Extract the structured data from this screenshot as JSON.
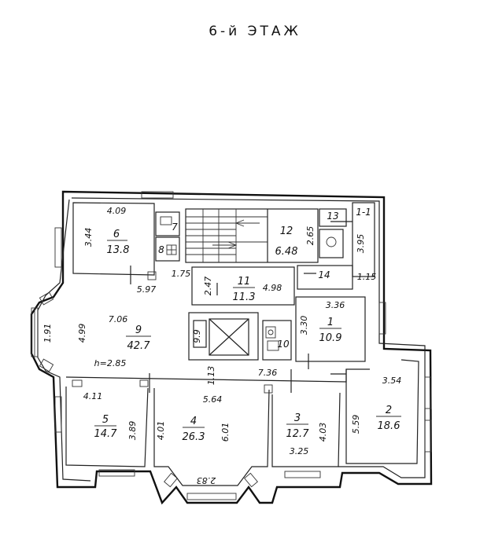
{
  "title": "6-й ЭТАЖ",
  "rooms": [
    {
      "id": "room-1",
      "number": "1",
      "area": "10.9"
    },
    {
      "id": "room-2",
      "number": "2",
      "area": "18.6"
    },
    {
      "id": "room-3",
      "number": "3",
      "area": "12.7"
    },
    {
      "id": "room-4",
      "number": "4",
      "area": "26.3"
    },
    {
      "id": "room-5",
      "number": "5",
      "area": "14.7"
    },
    {
      "id": "room-6",
      "number": "6",
      "area": "13.8"
    },
    {
      "id": "room-7",
      "number": "7"
    },
    {
      "id": "room-8",
      "number": "8"
    },
    {
      "id": "room-9",
      "number": "9",
      "area": "42.7"
    },
    {
      "id": "room-10",
      "number": "10"
    },
    {
      "id": "room-11",
      "number": "11",
      "area": "11.3"
    },
    {
      "id": "room-12",
      "number": "12",
      "area": "6.48"
    },
    {
      "id": "room-13",
      "number": "13"
    },
    {
      "id": "room-14",
      "number": "14"
    },
    {
      "id": "room-15",
      "number": "1-1"
    }
  ],
  "dimensions": [
    "4.09",
    "3.44",
    "1.75",
    "5.97",
    "7.06",
    "4.99",
    "1.91",
    "9.9",
    "2.47",
    "4.98",
    "2.65",
    "3.95",
    "1.15",
    "3.36",
    "3.30",
    "7.36",
    "4.11",
    "3.89",
    "4.01",
    "5.64",
    "1.13",
    "6.01",
    "2.83",
    "4.03",
    "3.25",
    "3.54",
    "5.59"
  ],
  "ceiling_height": "h=2.85"
}
